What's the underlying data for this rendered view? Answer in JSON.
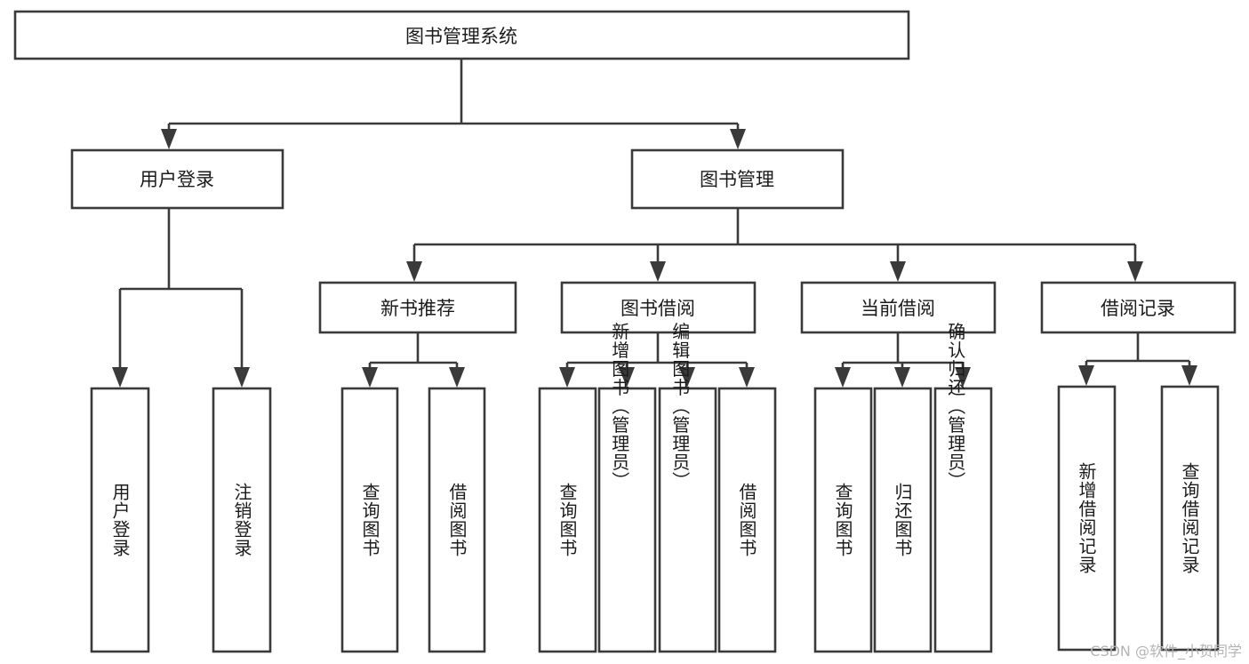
{
  "diagram": {
    "title": "图书管理系统",
    "type": "tree",
    "watermark": "CSDN @软件_小贺同学",
    "colors": {
      "box_stroke": "#3a3a3a",
      "box_fill": "#ffffff",
      "text": "#1b1b1b",
      "connector": "#3a3a3a",
      "watermark": "#b4b4b4",
      "background": "#ffffff"
    },
    "levels": {
      "root": {
        "label": "图书管理系统"
      },
      "level2": [
        {
          "label": "用户登录"
        },
        {
          "label": "图书管理"
        }
      ],
      "level3": [
        {
          "label": "新书推荐"
        },
        {
          "label": "图书借阅"
        },
        {
          "label": "当前借阅"
        },
        {
          "label": "借阅记录"
        }
      ],
      "leaves": {
        "user_login": [
          {
            "label": "用户登录"
          },
          {
            "label": "注销登录"
          }
        ],
        "new_book_recommend": [
          {
            "label": "查询图书"
          },
          {
            "label": "借阅图书"
          }
        ],
        "book_borrow": [
          {
            "label": "查询图书"
          },
          {
            "label": "新增图书（管理员）"
          },
          {
            "label": "编辑图书（管理员）"
          },
          {
            "label": "借阅图书"
          }
        ],
        "current_borrow": [
          {
            "label": "查询图书"
          },
          {
            "label": "归还图书"
          },
          {
            "label": "确认归还（管理员）"
          }
        ],
        "borrow_record": [
          {
            "label": "新增借阅记录"
          },
          {
            "label": "查询借阅记录"
          }
        ]
      }
    }
  }
}
